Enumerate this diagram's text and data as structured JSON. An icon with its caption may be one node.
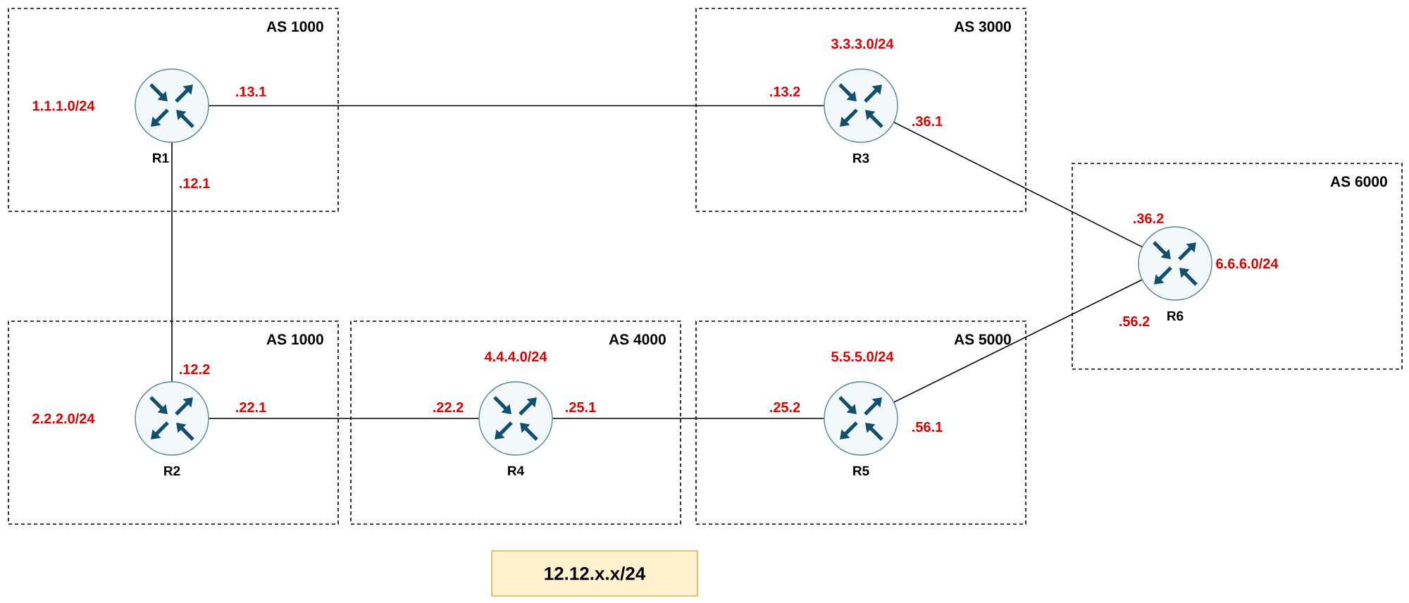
{
  "diagram": {
    "nodes": [
      {
        "text": [
          "AS 1000"
        ]
      },
      {
        "text": [
          "R1"
        ],
        "in": 0,
        "beside": [
          "1.1.1.0/24"
        ]
      },
      {
        "text": [
          "AS 3000"
        ]
      },
      {
        "text": [
          "R3"
        ],
        "in": 2,
        "beside": [
          "3.3.3.0/24"
        ]
      },
      {
        "text": [
          "AS 6000"
        ]
      },
      {
        "text": [
          "R6"
        ],
        "in": 4,
        "beside": [
          "6.6.6.0/24"
        ]
      },
      {
        "text": [
          "AS 1000"
        ]
      },
      {
        "text": [
          "R2"
        ],
        "in": 6,
        "beside": [
          "2.2.2.0/24"
        ]
      },
      {
        "text": [
          "AS 4000"
        ]
      },
      {
        "text": [
          "R4"
        ],
        "in": 8,
        "beside": [
          "4.4.4.0/24"
        ]
      },
      {
        "text": [
          "AS 5000"
        ]
      },
      {
        "text": [
          "R5"
        ],
        "in": 10,
        "beside": [
          "5.5.5.0/24"
        ]
      },
      {
        "text": [
          "12.12.x.x/24"
        ]
      }
    ],
    "edges": [
      {
        "from": 1,
        "to": 3,
        "arrow": "none"
      },
      {
        "from": 1,
        "to": 7,
        "arrow": "none"
      },
      {
        "from": 3,
        "to": 5,
        "arrow": "none"
      },
      {
        "from": 7,
        "to": 9,
        "arrow": "none"
      },
      {
        "from": 9,
        "to": 11,
        "arrow": "none"
      },
      {
        "from": 11,
        "to": 5,
        "arrow": "none"
      }
    ],
    "labels": [
      ".13.1",
      ".13.2",
      ".36.1",
      ".12.1",
      ".36.2",
      ".56.2",
      ".12.2",
      ".22.1",
      ".22.2",
      ".25.1",
      ".25.2",
      ".56.1"
    ]
  }
}
